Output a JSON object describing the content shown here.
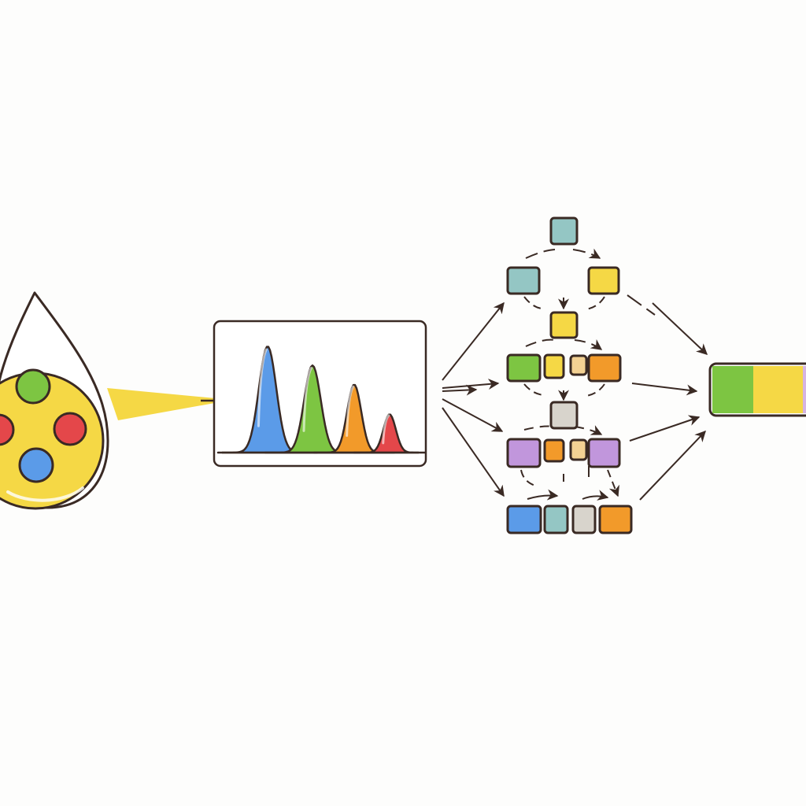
{
  "palette": {
    "ink": "#3a2a24",
    "background": "#fdfdfc",
    "yellow": "#f5d845",
    "green": "#7dc542",
    "blue": "#5b9be8",
    "red": "#e4474a",
    "orange": "#f29a2a",
    "teal": "#94c6c4",
    "gray": "#d8d4cc",
    "purple": "#c196dc",
    "light_orange": "#f3d193",
    "lavender": "#d5b4e2"
  },
  "sample": {
    "particles": [
      {
        "name": "green-particle",
        "color": "green"
      },
      {
        "name": "red-particle-left",
        "color": "red"
      },
      {
        "name": "red-particle-right",
        "color": "red"
      },
      {
        "name": "blue-particle",
        "color": "blue"
      }
    ]
  },
  "spectrum": {
    "peaks": [
      {
        "name": "peak-blue",
        "color": "blue",
        "relative_height": 1.0
      },
      {
        "name": "peak-green",
        "color": "green",
        "relative_height": 0.82
      },
      {
        "name": "peak-orange",
        "color": "orange",
        "relative_height": 0.64
      },
      {
        "name": "peak-red",
        "color": "red",
        "relative_height": 0.36
      }
    ]
  },
  "network": {
    "nodes": [
      {
        "id": "n1",
        "color": "teal"
      },
      {
        "id": "n2",
        "color": "teal"
      },
      {
        "id": "n3",
        "color": "yellow"
      },
      {
        "id": "n4",
        "color": "yellow"
      },
      {
        "id": "n5",
        "color": "green"
      },
      {
        "id": "n6",
        "color": "yellow"
      },
      {
        "id": "n7",
        "color": "light_orange"
      },
      {
        "id": "n8",
        "color": "orange"
      },
      {
        "id": "n9",
        "color": "gray"
      },
      {
        "id": "n10",
        "color": "purple"
      },
      {
        "id": "n11",
        "color": "orange"
      },
      {
        "id": "n12",
        "color": "light_orange"
      },
      {
        "id": "n13",
        "color": "purple"
      },
      {
        "id": "n14",
        "color": "blue"
      },
      {
        "id": "n15",
        "color": "teal"
      },
      {
        "id": "n16",
        "color": "gray"
      },
      {
        "id": "n17",
        "color": "orange"
      }
    ]
  },
  "result_bar": {
    "segments": [
      {
        "name": "segment-green",
        "color": "green"
      },
      {
        "name": "segment-yellow",
        "color": "yellow"
      },
      {
        "name": "segment-lavender",
        "color": "lavender"
      }
    ]
  }
}
